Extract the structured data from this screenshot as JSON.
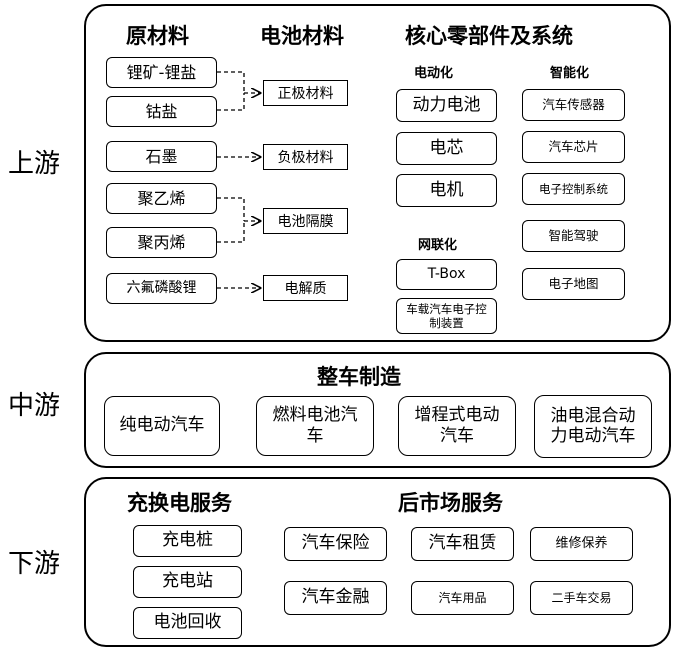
{
  "tiers": {
    "upstream": "上游",
    "midstream": "中游",
    "downstream": "下游"
  },
  "upstream": {
    "raw_materials": {
      "title": "原材料",
      "items": [
        "锂矿-锂盐",
        "钴盐",
        "石墨",
        "聚乙烯",
        "聚丙烯",
        "六氟磷酸锂"
      ]
    },
    "battery_materials": {
      "title": "电池材料",
      "items": [
        "正极材料",
        "负极材料",
        "电池隔膜",
        "电解质"
      ]
    },
    "core_parts": {
      "title": "核心零部件及系统",
      "electrification": {
        "title": "电动化",
        "items": [
          "动力电池",
          "电芯",
          "电机"
        ]
      },
      "intelligence": {
        "title": "智能化",
        "items": [
          "汽车传感器",
          "汽车芯片",
          "电子控制系统",
          "智能驾驶",
          "电子地图"
        ]
      },
      "connectivity": {
        "title": "网联化",
        "items": [
          "T-Box",
          "车载汽车电子控制装置"
        ]
      }
    }
  },
  "midstream": {
    "title": "整车制造",
    "items": [
      "纯电动汽车",
      "燃料电池汽车",
      "增程式电动汽车",
      "油电混合动力电动汽车"
    ]
  },
  "downstream": {
    "charging": {
      "title": "充换电服务",
      "items": [
        "充电桩",
        "充电站",
        "电池回收"
      ]
    },
    "aftermarket": {
      "title": "后市场服务",
      "items": [
        "汽车保险",
        "汽车租赁",
        "维修保养",
        "汽车金融",
        "汽车用品",
        "二手车交易"
      ]
    }
  }
}
